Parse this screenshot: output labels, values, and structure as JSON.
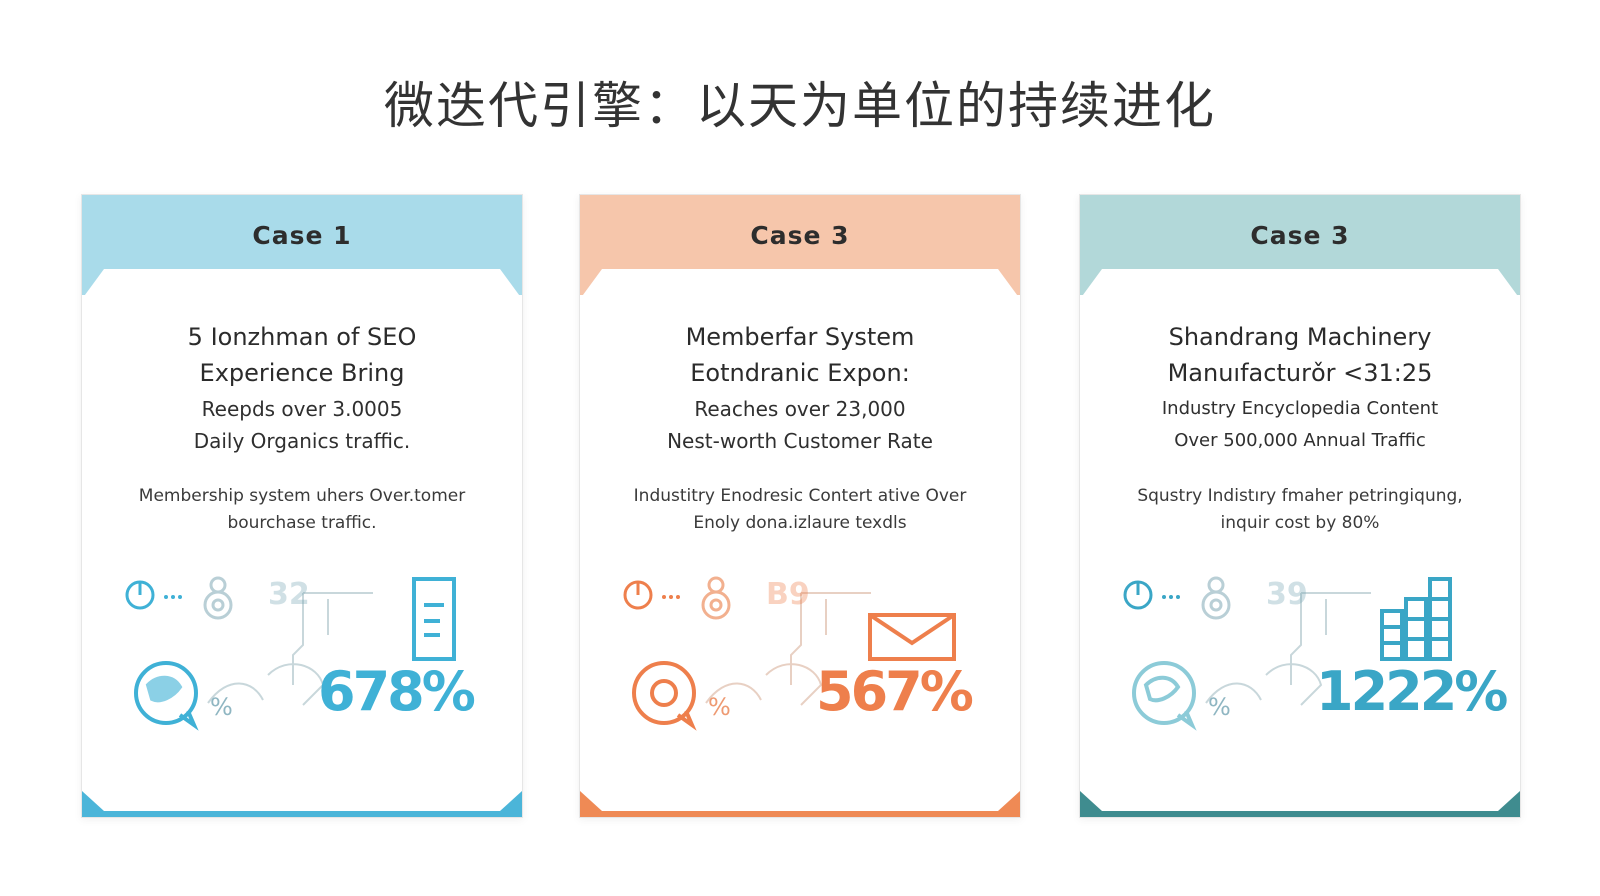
{
  "page": {
    "title": "微迭代引擎：以天为单位的持续进化"
  },
  "cards": [
    {
      "case_label": "Case 1",
      "headline": [
        "5 Ionzhman of SEO",
        "Experience Bring"
      ],
      "subline": [
        "Reepds over 3.0005",
        "Daily Organics traffic."
      ],
      "description": [
        "Membership system uhers Over.tomer",
        "bourchase traffic."
      ],
      "icon_number": "32",
      "big_percent": "678%",
      "accent": "#3fb1d6",
      "icons": [
        "power-icon",
        "gear-icon",
        "globe-chat-icon",
        "bar-chart-icon"
      ]
    },
    {
      "case_label": "Case 3",
      "headline": [
        "Memberfar System",
        "Eotndranic Expon:"
      ],
      "subline": [
        "Reaches over 23,000",
        "Nest-worth Customer Rate"
      ],
      "description": [
        "Industitry Enodresic Contert ative Over",
        "Enoly dona.izlaure texdls"
      ],
      "icon_number": "B9",
      "big_percent": "567%",
      "accent": "#ee7f4c",
      "icons": [
        "power-icon",
        "gear-icon",
        "chat-gear-icon",
        "envelope-icon"
      ]
    },
    {
      "case_label": "Case 3",
      "headline": [
        "Shandrang Machinery",
        "Manuıfacturǒr <31:25"
      ],
      "subline": [
        "Industry Encyclopedia Content",
        "Over 500,000 Annual Traffic"
      ],
      "description": [
        "Squstry Indistıry fmaher petringiqung,",
        "inquir cost by 80%"
      ],
      "icon_number": "39",
      "big_percent": "1222%",
      "accent": "#3aa6c6",
      "icons": [
        "power-icon",
        "gear-icon",
        "globe-chat-icon",
        "bar-chart-icon"
      ]
    }
  ]
}
